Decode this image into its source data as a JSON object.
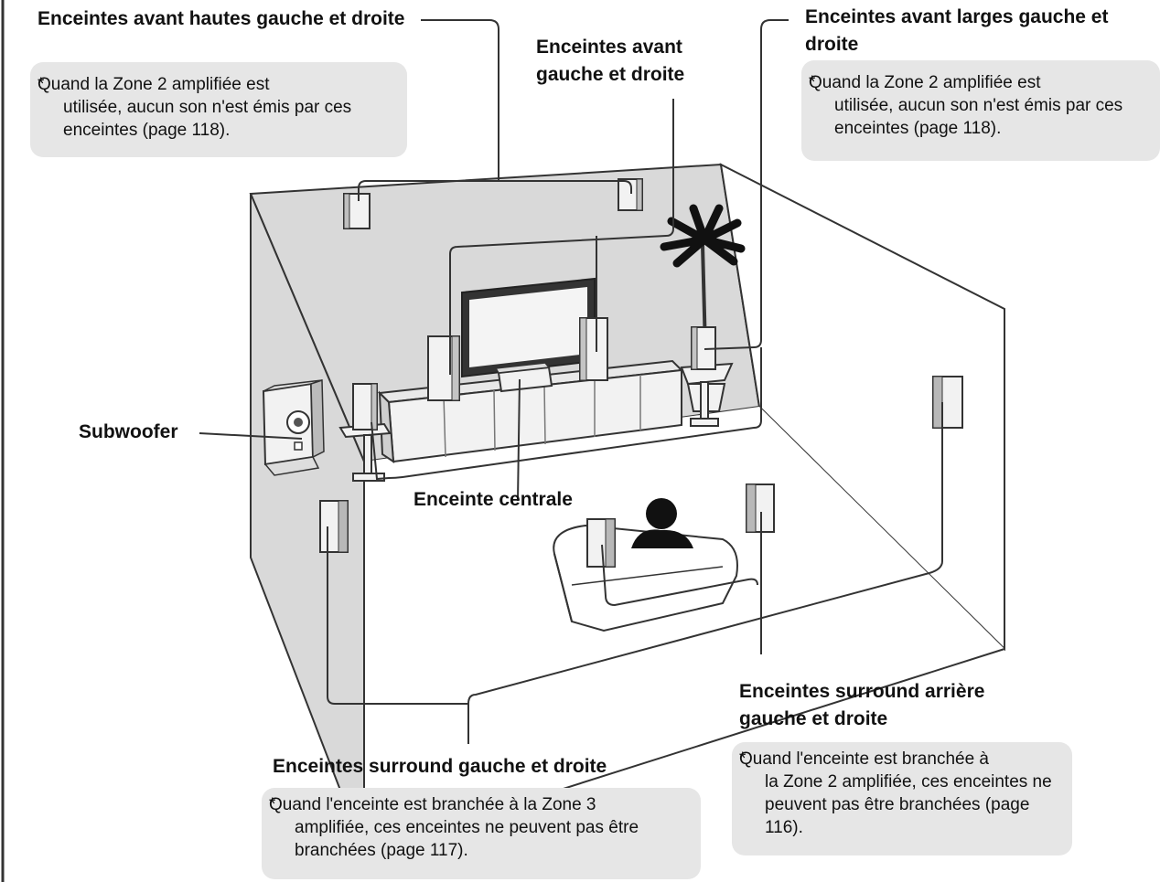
{
  "labels": {
    "front_high": "Enceintes avant hautes gauche et droite",
    "front": "Enceintes avant gauche et droite",
    "front_wide": "Enceintes avant larges gauche et droite",
    "subwoofer": "Subwoofer",
    "center": "Enceinte centrale",
    "surround_back": "Enceintes surround arrière gauche et droite",
    "surround": "Enceintes surround gauche et droite"
  },
  "notes": {
    "front_high": {
      "star": "*",
      "first": "Quand la Zone 2 amplifiée est",
      "rest": "utilisée, aucun son n'est émis par ces enceintes (page 118)."
    },
    "front_wide": {
      "star": "*",
      "first": "Quand la Zone 2 amplifiée est",
      "rest": "utilisée, aucun son n'est émis par ces enceintes (page 118)."
    },
    "surround_back": {
      "star": "*",
      "first": "Quand l'enceinte est branchée à",
      "rest": "la Zone 2 amplifiée, ces enceintes ne peuvent pas être branchées (page 116)."
    },
    "surround": {
      "star": "*",
      "first": "Quand l'enceinte est branchée à la Zone 3",
      "rest": "amplifiée, ces enceintes ne peuvent pas être branchées (page 117)."
    }
  },
  "colors": {
    "wall": "#d9d9d9",
    "note_bg": "#e6e6e6",
    "line": "#333333"
  }
}
